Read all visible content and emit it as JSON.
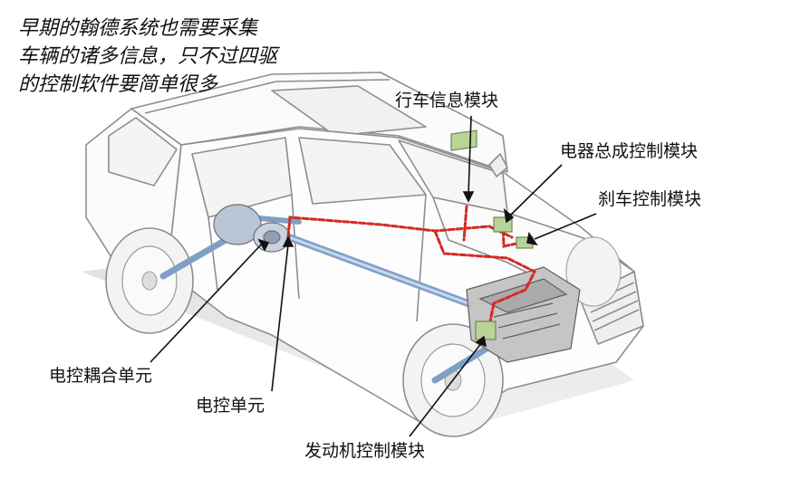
{
  "caption": {
    "lines": [
      "早期的翰德系统也需要采集",
      "车辆的诸多信息，只不过四驱",
      "的控制软件要简单很多"
    ]
  },
  "labels": {
    "driving_info_module": "行车信息模块",
    "electrical_assembly_module": "电器总成控制模块",
    "brake_control_module": "刹车控制模块",
    "electronic_coupling_unit": "电控耦合单元",
    "electronic_control_unit": "电控单元",
    "engine_control_module": "发动机控制模块"
  },
  "colors": {
    "wiring": "#d42a22",
    "module": "#b9d39a",
    "driveshaft": "#7f9fc8",
    "car_outline": "#9a9a9a"
  }
}
